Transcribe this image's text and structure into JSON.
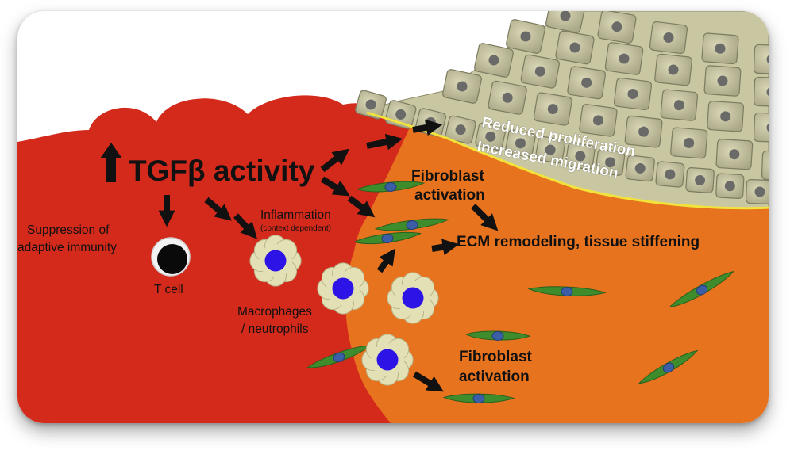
{
  "labels": {
    "tgfb": "TGFβ activity",
    "reduced_proliferation": "Reduced proliferation",
    "increased_migration": "Increased migration",
    "fibroblast_top_line1": "Fibroblast",
    "fibroblast_top_line2": "activation",
    "inflammation": "Inflammation",
    "context_dependent": "(context dependent)",
    "ecm": "ECM remodeling, tissue stiffening",
    "suppression_line1": "Suppression of",
    "suppression_line2": "adaptive immunity",
    "t_cell": "T cell",
    "macrophages_line1": "Macrophages",
    "macrophages_line2": "/ neutrophils",
    "fibroblast_bottom_line1": "Fibroblast",
    "fibroblast_bottom_line2": "activation"
  },
  "colors": {
    "tumor_red": "#d42a1c",
    "stroma_orange": "#e7731f",
    "epithelium_tan": "#c9c7a2",
    "nucleus_gray": "#6a6a68",
    "fibroblast_green": "#3e8c2c",
    "fibroblast_nucleus_blue": "#3b5fa6",
    "immune_cell_cream": "#e3e0b5",
    "immune_nucleus_blue": "#2c14e6",
    "basement_membrane_yellow": "#f2e33c",
    "arrow_black": "#111111"
  }
}
